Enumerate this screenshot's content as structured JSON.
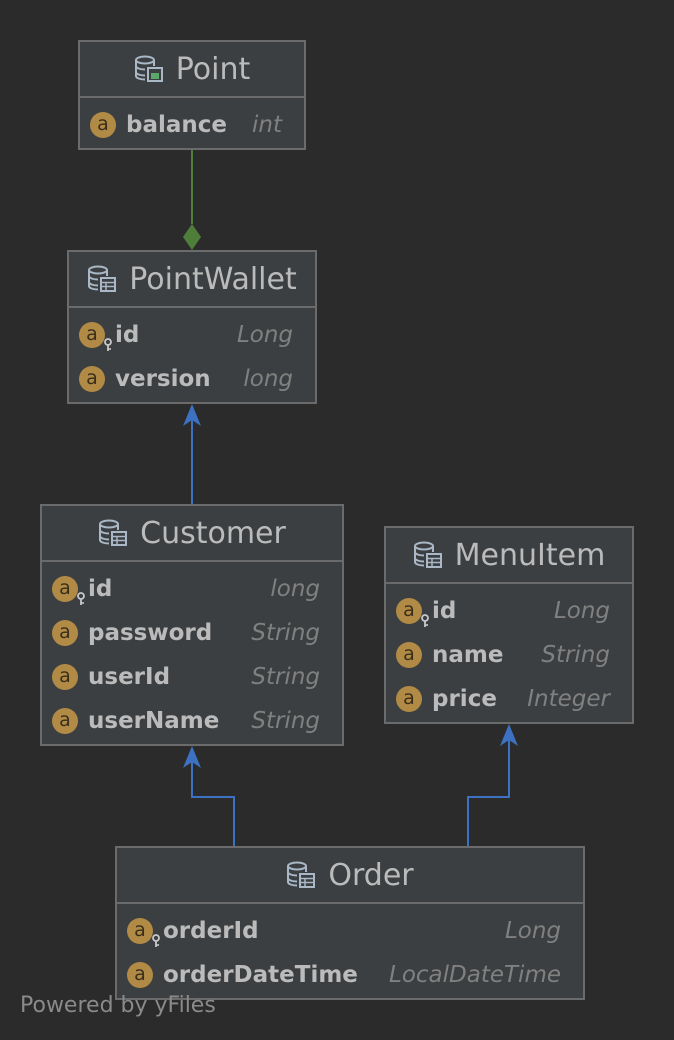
{
  "diagram": {
    "entities": [
      {
        "id": "point",
        "name": "Point",
        "icon": "persistence-entity-icon",
        "fields": [
          {
            "name": "balance",
            "type": "int",
            "key": false
          }
        ]
      },
      {
        "id": "pointwallet",
        "name": "PointWallet",
        "icon": "database-table-icon",
        "fields": [
          {
            "name": "id",
            "type": "Long",
            "key": true
          },
          {
            "name": "version",
            "type": "long",
            "key": false
          }
        ]
      },
      {
        "id": "customer",
        "name": "Customer",
        "icon": "database-table-icon",
        "fields": [
          {
            "name": "id",
            "type": "long",
            "key": true
          },
          {
            "name": "password",
            "type": "String",
            "key": false
          },
          {
            "name": "userId",
            "type": "String",
            "key": false
          },
          {
            "name": "userName",
            "type": "String",
            "key": false
          }
        ]
      },
      {
        "id": "menuitem",
        "name": "MenuItem",
        "icon": "database-table-icon",
        "fields": [
          {
            "name": "id",
            "type": "Long",
            "key": true
          },
          {
            "name": "name",
            "type": "String",
            "key": false
          },
          {
            "name": "price",
            "type": "Integer",
            "key": false
          }
        ]
      },
      {
        "id": "order",
        "name": "Order",
        "icon": "database-table-icon",
        "fields": [
          {
            "name": "orderId",
            "type": "Long",
            "key": true
          },
          {
            "name": "orderDateTime",
            "type": "LocalDateTime",
            "key": false
          }
        ]
      }
    ],
    "edges": [
      {
        "from": "pointwallet",
        "to": "point",
        "kind": "composition",
        "color": "#4f7d3a"
      },
      {
        "from": "customer",
        "to": "pointwallet",
        "kind": "association-arrow",
        "color": "#3d72c2"
      },
      {
        "from": "order",
        "to": "customer",
        "kind": "association-arrow",
        "color": "#3d72c2"
      },
      {
        "from": "order",
        "to": "menuitem",
        "kind": "association-arrow",
        "color": "#3d72c2"
      }
    ],
    "field_badge_letter": "a",
    "colors": {
      "background": "#2b2b2b",
      "node": "#3c3f41",
      "border": "#6b6b6b",
      "badge": "#b18a45"
    }
  },
  "footer": {
    "watermark": "Powered by yFiles"
  }
}
